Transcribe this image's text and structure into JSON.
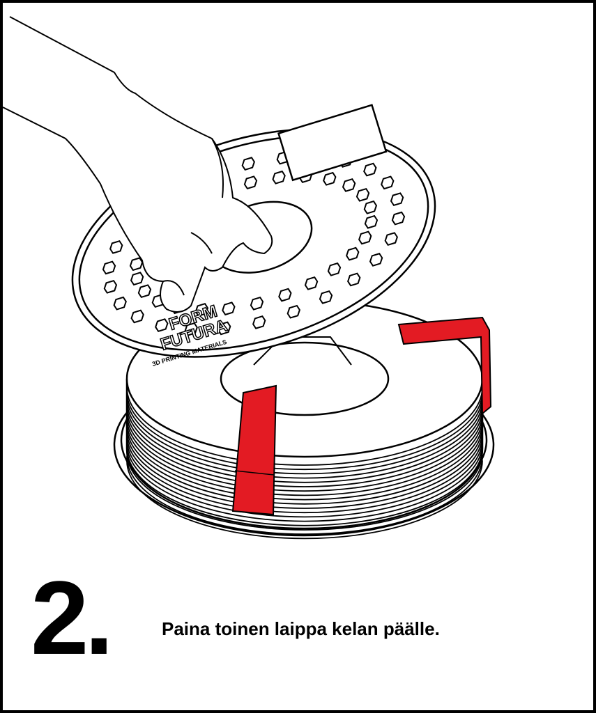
{
  "step": {
    "number": "2."
  },
  "caption": "Paina toinen laippa kelan päälle.",
  "logo": {
    "brand_line1": "FORM",
    "brand_line2": "FUTURA",
    "tagline": "3D PRINTING MATERIALS"
  },
  "colors": {
    "band": "#e31b23",
    "line": "#000000",
    "background": "#ffffff"
  }
}
